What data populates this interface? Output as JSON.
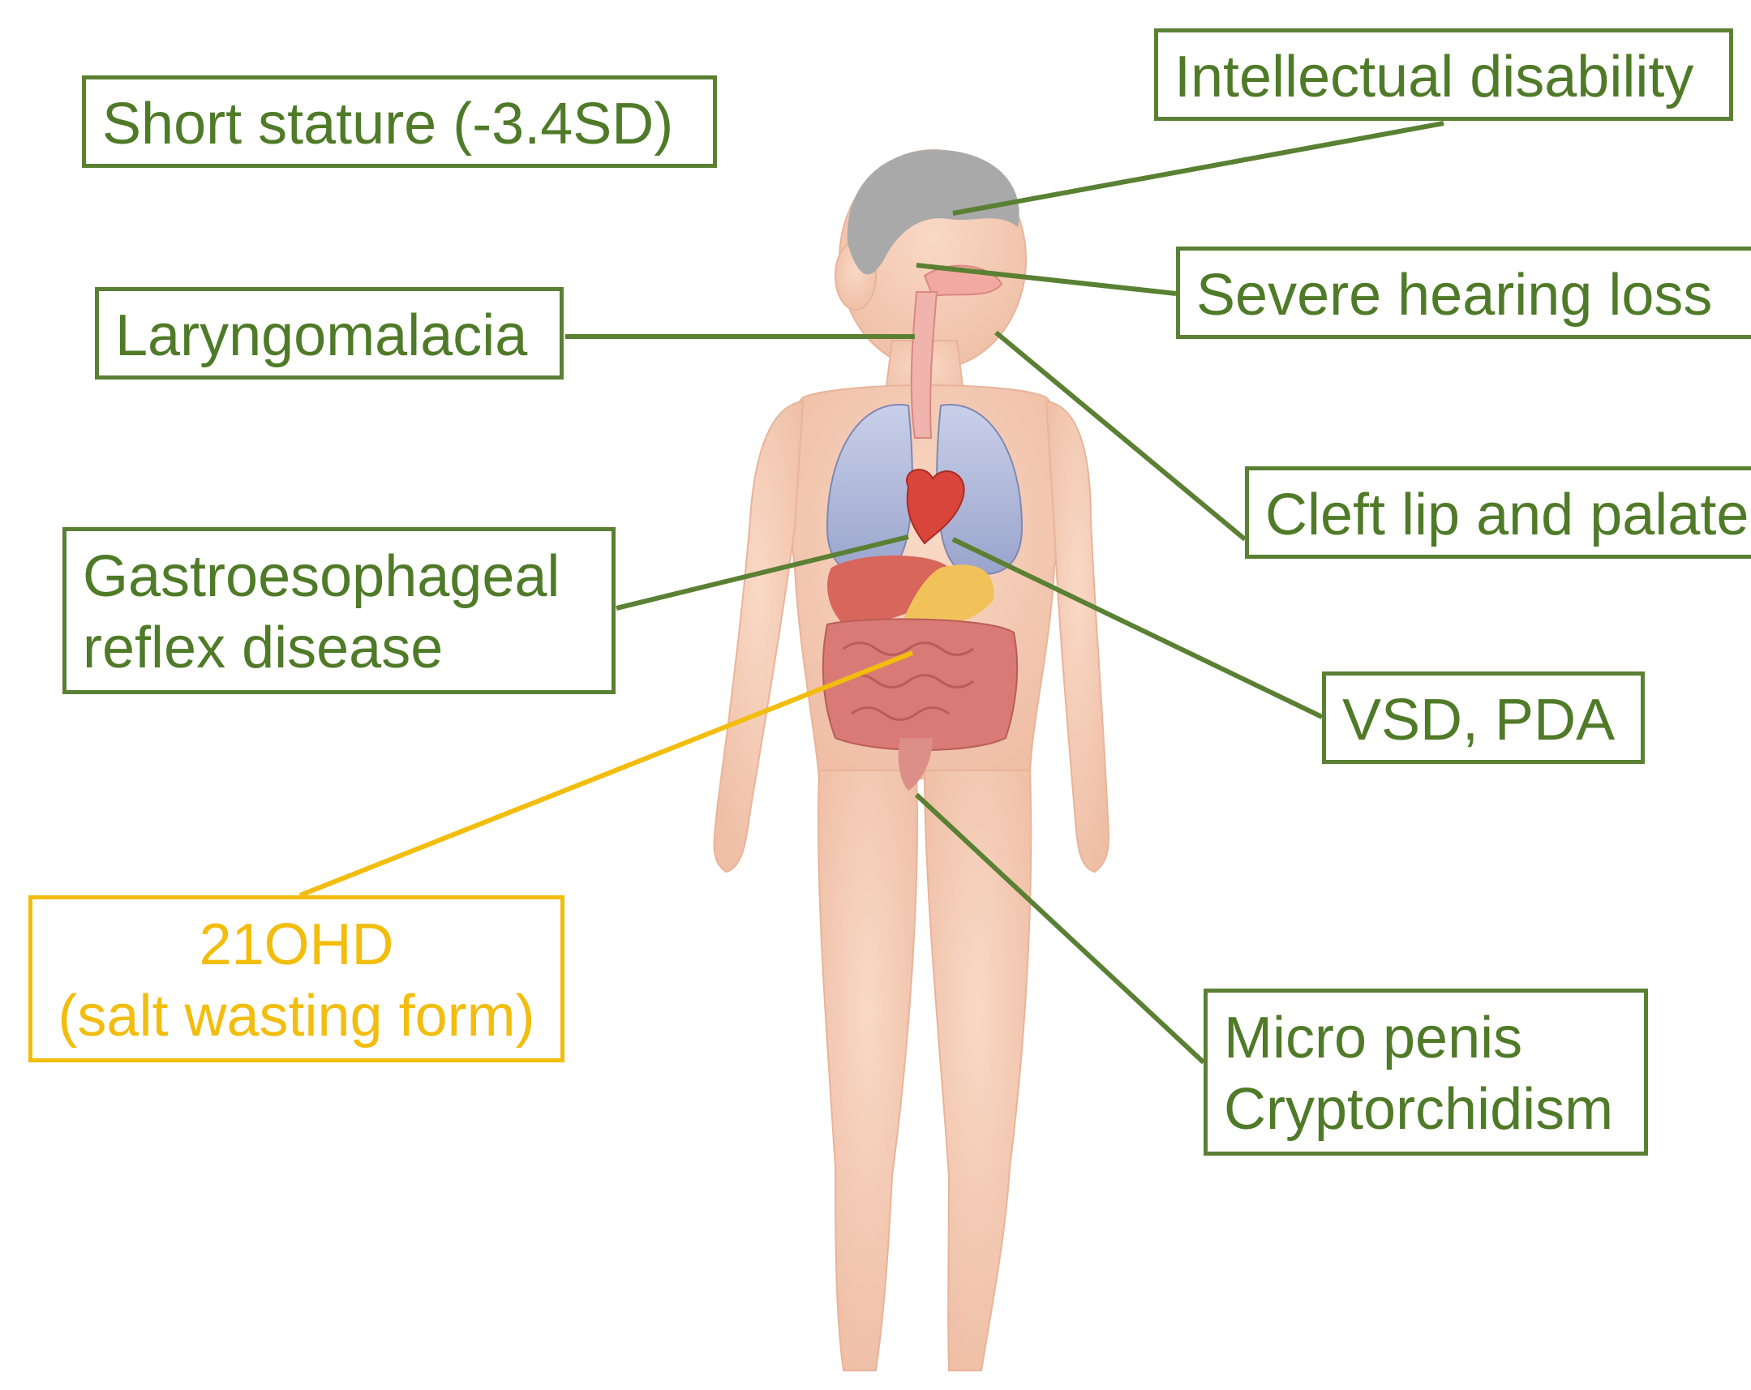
{
  "colors": {
    "label_green": "#5a8033",
    "label_yellow": "#f2bd0c",
    "skin": "#f6cdb7",
    "hair": "#a9a9a9"
  },
  "illustration": {
    "figure": "child body with visible organs",
    "organs": [
      "brain",
      "nasal-cavity",
      "trachea",
      "lungs",
      "heart",
      "liver",
      "stomach",
      "intestines"
    ]
  },
  "labels": {
    "short_stature": "Short stature (-3.4SD)",
    "intellectual_disability": "Intellectual disability",
    "hearing_loss": "Severe hearing loss",
    "laryngomalacia": "Laryngomalacia",
    "cleft": "Cleft lip and palate",
    "gerd_line1": "Gastroesophageal",
    "gerd_line2": "reflex disease",
    "vsd_pda": "VSD, PDA",
    "ohd_line1": "21OHD",
    "ohd_line2": "(salt wasting form)",
    "genital_line1": "Micro penis",
    "genital_line2": "Cryptorchidism"
  }
}
